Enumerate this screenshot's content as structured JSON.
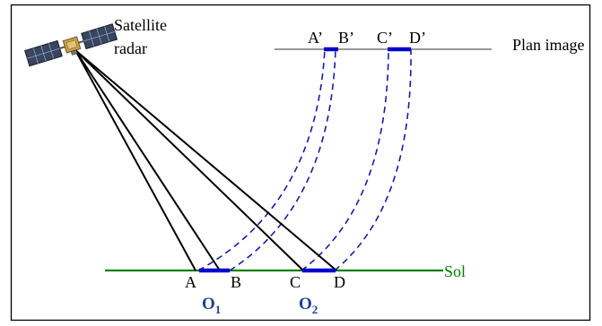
{
  "labels": {
    "satellite_line1": "Satellite",
    "satellite_line2": "radar",
    "plan_image": "Plan image",
    "sol": "Sol",
    "ground_points": [
      "A",
      "B",
      "C",
      "D"
    ],
    "image_points": [
      "A’",
      "B’",
      "C’",
      "D’"
    ],
    "object1_main": "O",
    "object1_sub": "1",
    "object2_main": "O",
    "object2_sub": "2"
  },
  "colors": {
    "frame": "#000000",
    "rays": "#000000",
    "ground_line": "#008000",
    "objects": "#0000cc",
    "projection_dashes": "#1a1aa6",
    "object_labels": "#1f3f8f",
    "plan_line": "#777777"
  },
  "icons": {
    "satellite": "satellite-icon"
  }
}
